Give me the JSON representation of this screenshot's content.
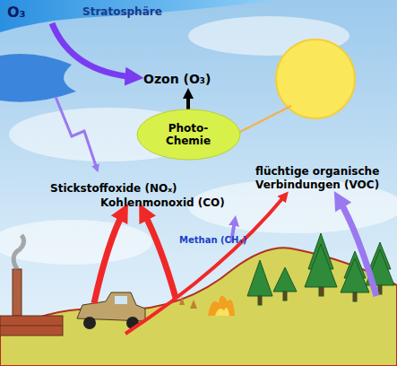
{
  "diagram": {
    "nodes": [
      {
        "text": [
          "Photo-Chemie"
        ]
      }
    ],
    "labels": [
      "O₃",
      "Stratosphäre",
      "Ozon (O₃)",
      "Stickstoffoxide (NOₓ)",
      "Kohlenmonoxid (CO)",
      "flüchtige organische Verbindungen (VOC)",
      "Methan (CH₄)"
    ]
  }
}
